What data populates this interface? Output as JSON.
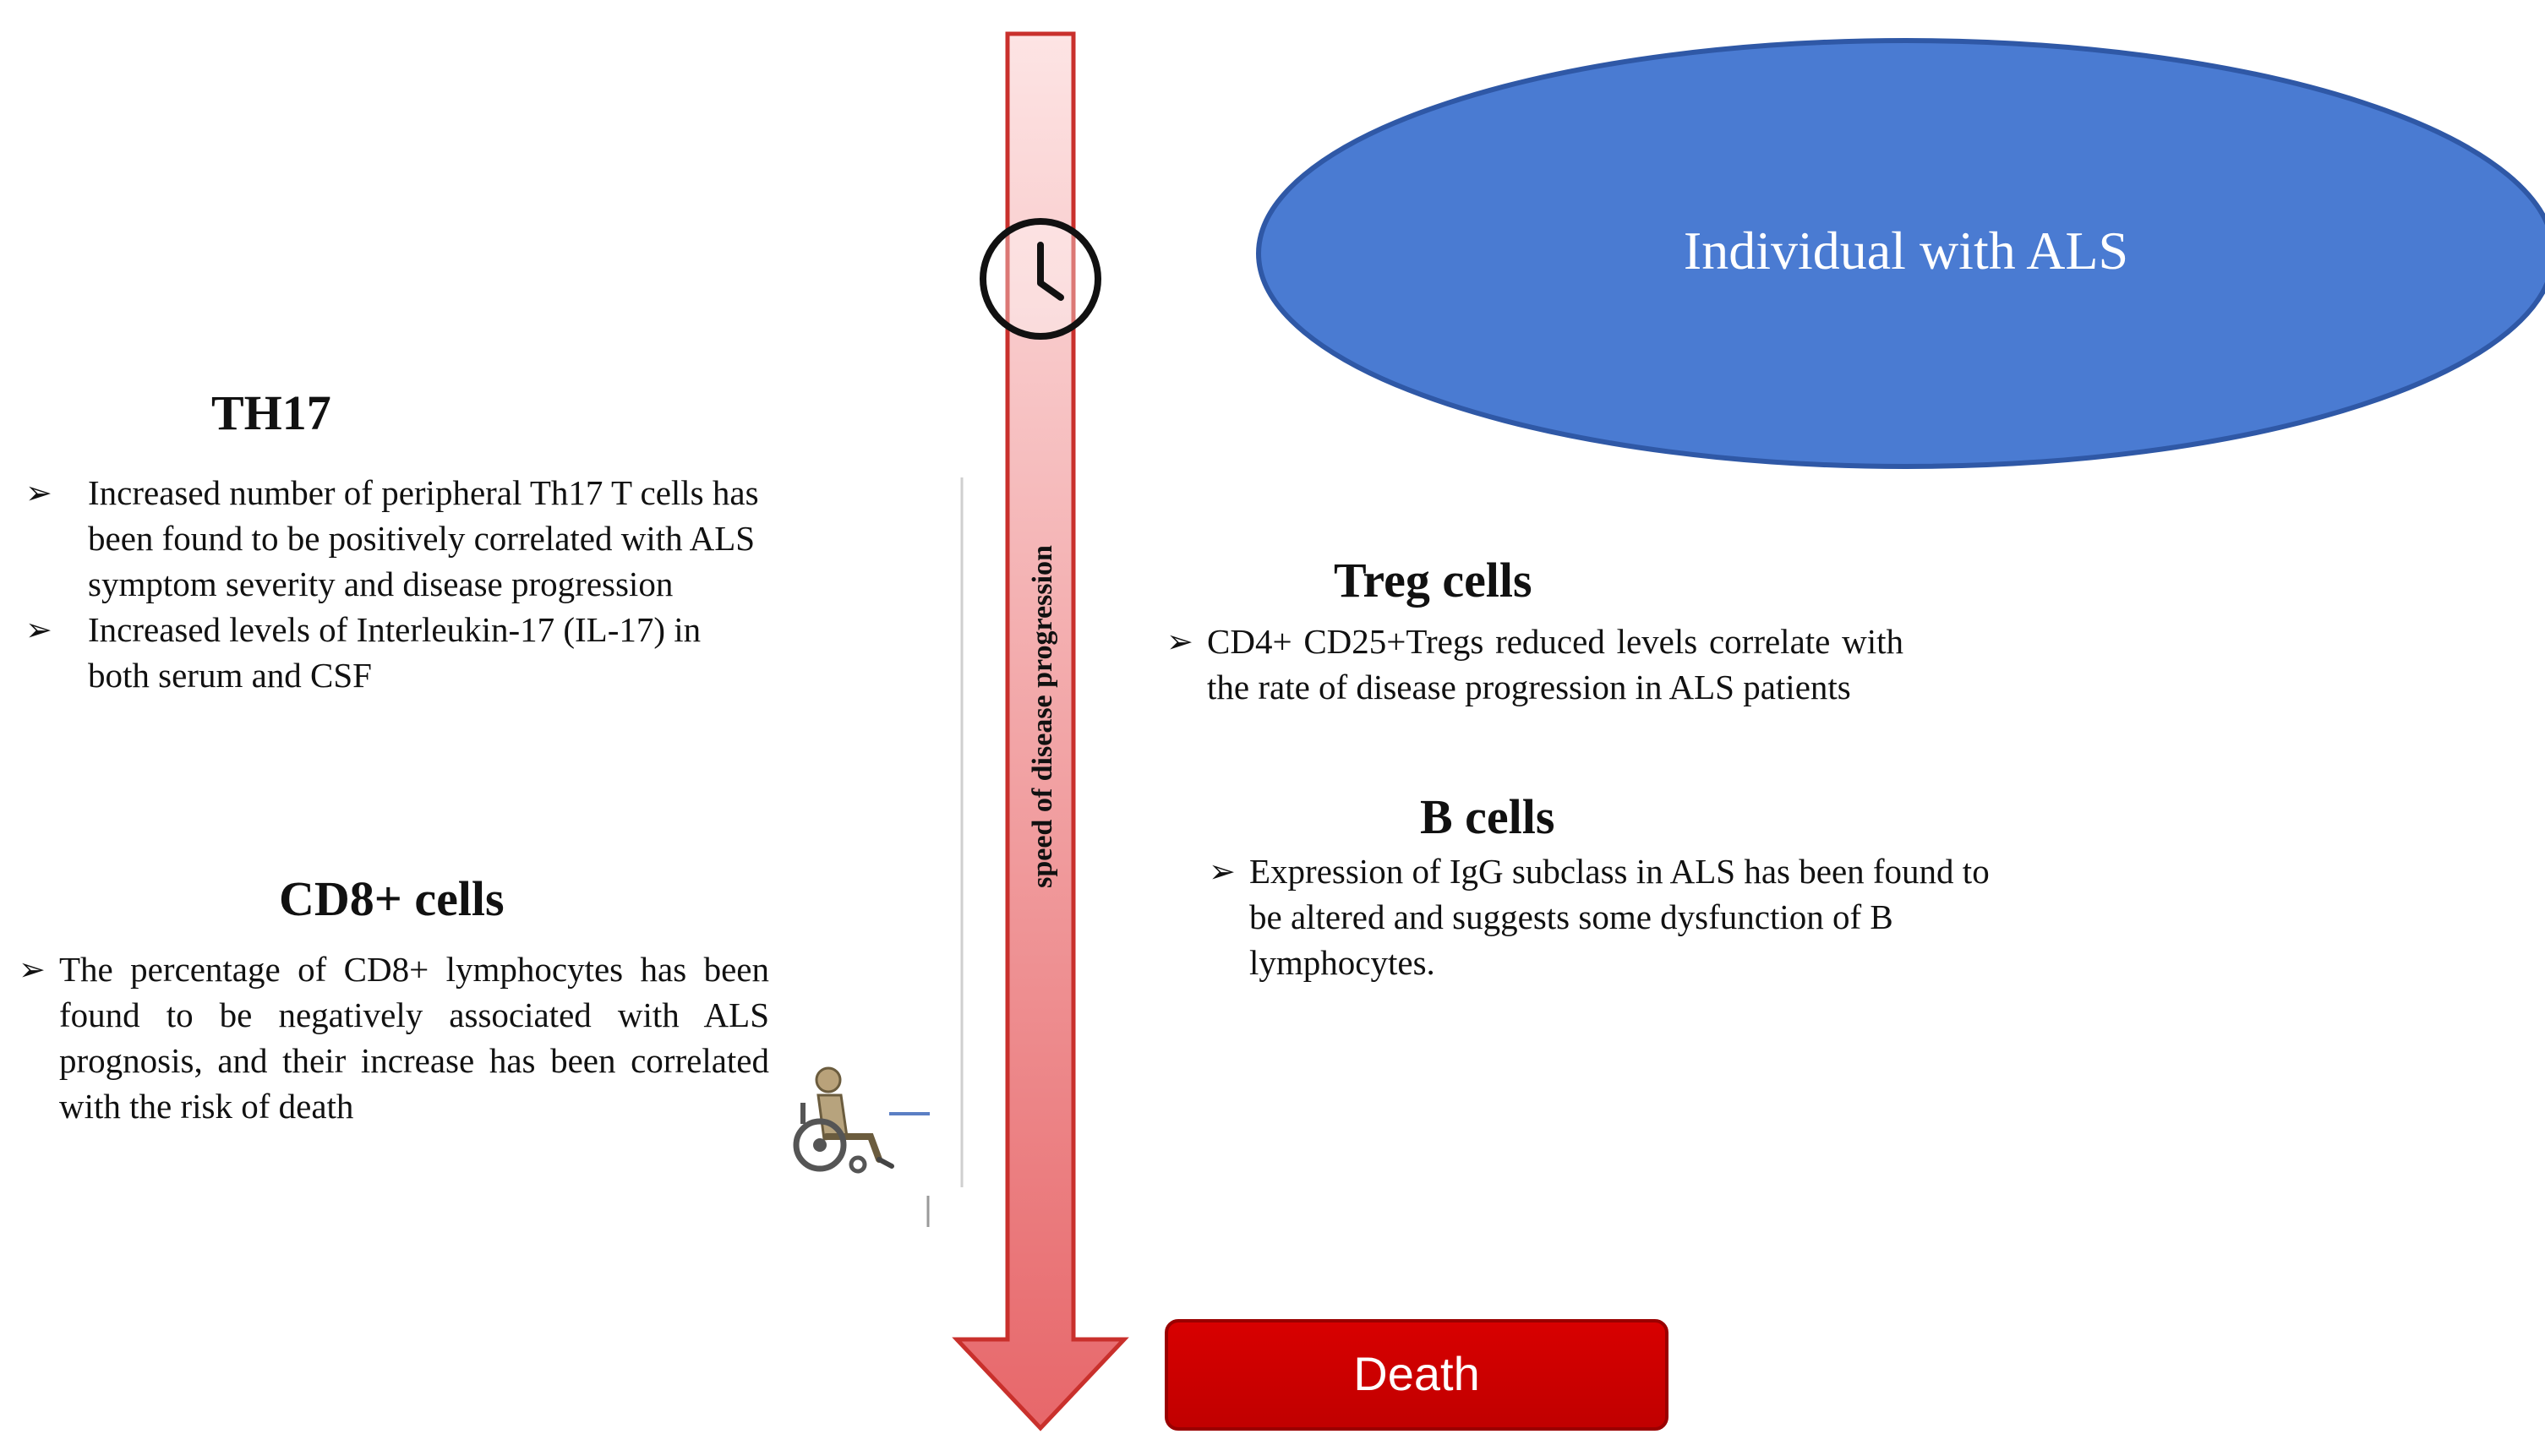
{
  "ellipse": {
    "label": "Individual with ALS",
    "color": "#4a7bd2"
  },
  "timeline": {
    "label": "speed of disease progression",
    "color_top": "#fde4e4",
    "color_bottom": "#e7676a"
  },
  "death": {
    "label": "Death",
    "color": "#d00000"
  },
  "icons": {
    "clock": "clock-icon",
    "wheelchair": "wheelchair-icon"
  },
  "th17": {
    "title": "TH17",
    "items": [
      "Increased number of peripheral Th17 T cells has been found to be positively correlated with ALS symptom severity and disease progression",
      "Increased levels of Interleukin-17 (IL-17) in both serum and CSF"
    ]
  },
  "cd8": {
    "title": "CD8+ cells",
    "items": [
      "The percentage of CD8+ lymphocytes has been found to be negatively associated with ALS prognosis, and their increase has been correlated with the risk of death"
    ]
  },
  "treg": {
    "title": "Treg cells",
    "items": [
      "CD4+ CD25+Tregs reduced levels correlate with the rate of disease progression in ALS patients"
    ]
  },
  "bcells": {
    "title": "B cells",
    "items": [
      "Expression of IgG subclass in ALS has been found to be altered and suggests some dysfunction of B lymphocytes."
    ]
  }
}
